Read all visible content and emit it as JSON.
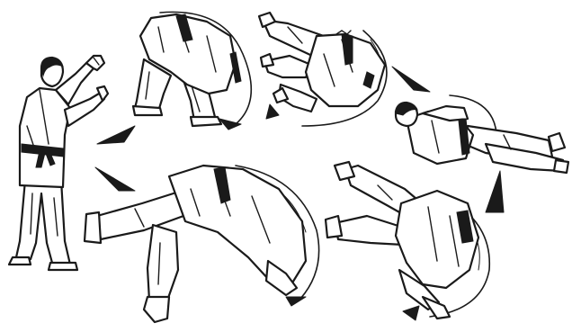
{
  "figure": {
    "kind": "judo forward roll sequence illustration",
    "stages": [
      {
        "name": "standing-start"
      },
      {
        "name": "roll-entry-upper"
      },
      {
        "name": "roll-middle-upper"
      },
      {
        "name": "lying-finish"
      },
      {
        "name": "roll-entry-lower"
      },
      {
        "name": "roll-middle-lower"
      }
    ],
    "colors": {
      "ink": "#1a1a1a",
      "paper": "#ffffff"
    }
  }
}
